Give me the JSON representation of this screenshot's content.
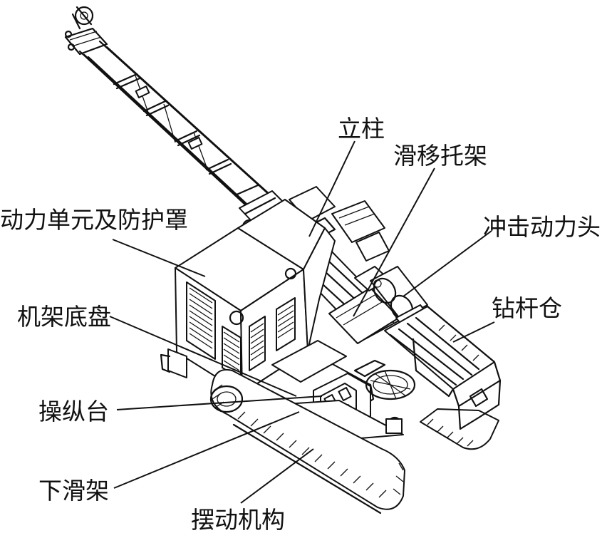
{
  "labels": {
    "column": "立柱",
    "sliding_carriage": "滑移托架",
    "power_unit": "动力单元及防护罩",
    "impact_head": "冲击动力头",
    "frame_chassis": "机架底盘",
    "rod_magazine": "钻杆仓",
    "control_console": "操纵台",
    "lower_slide": "下滑架",
    "swing_mechanism": "摆动机构"
  },
  "colors": {
    "line": "#111111",
    "background": "#ffffff"
  }
}
